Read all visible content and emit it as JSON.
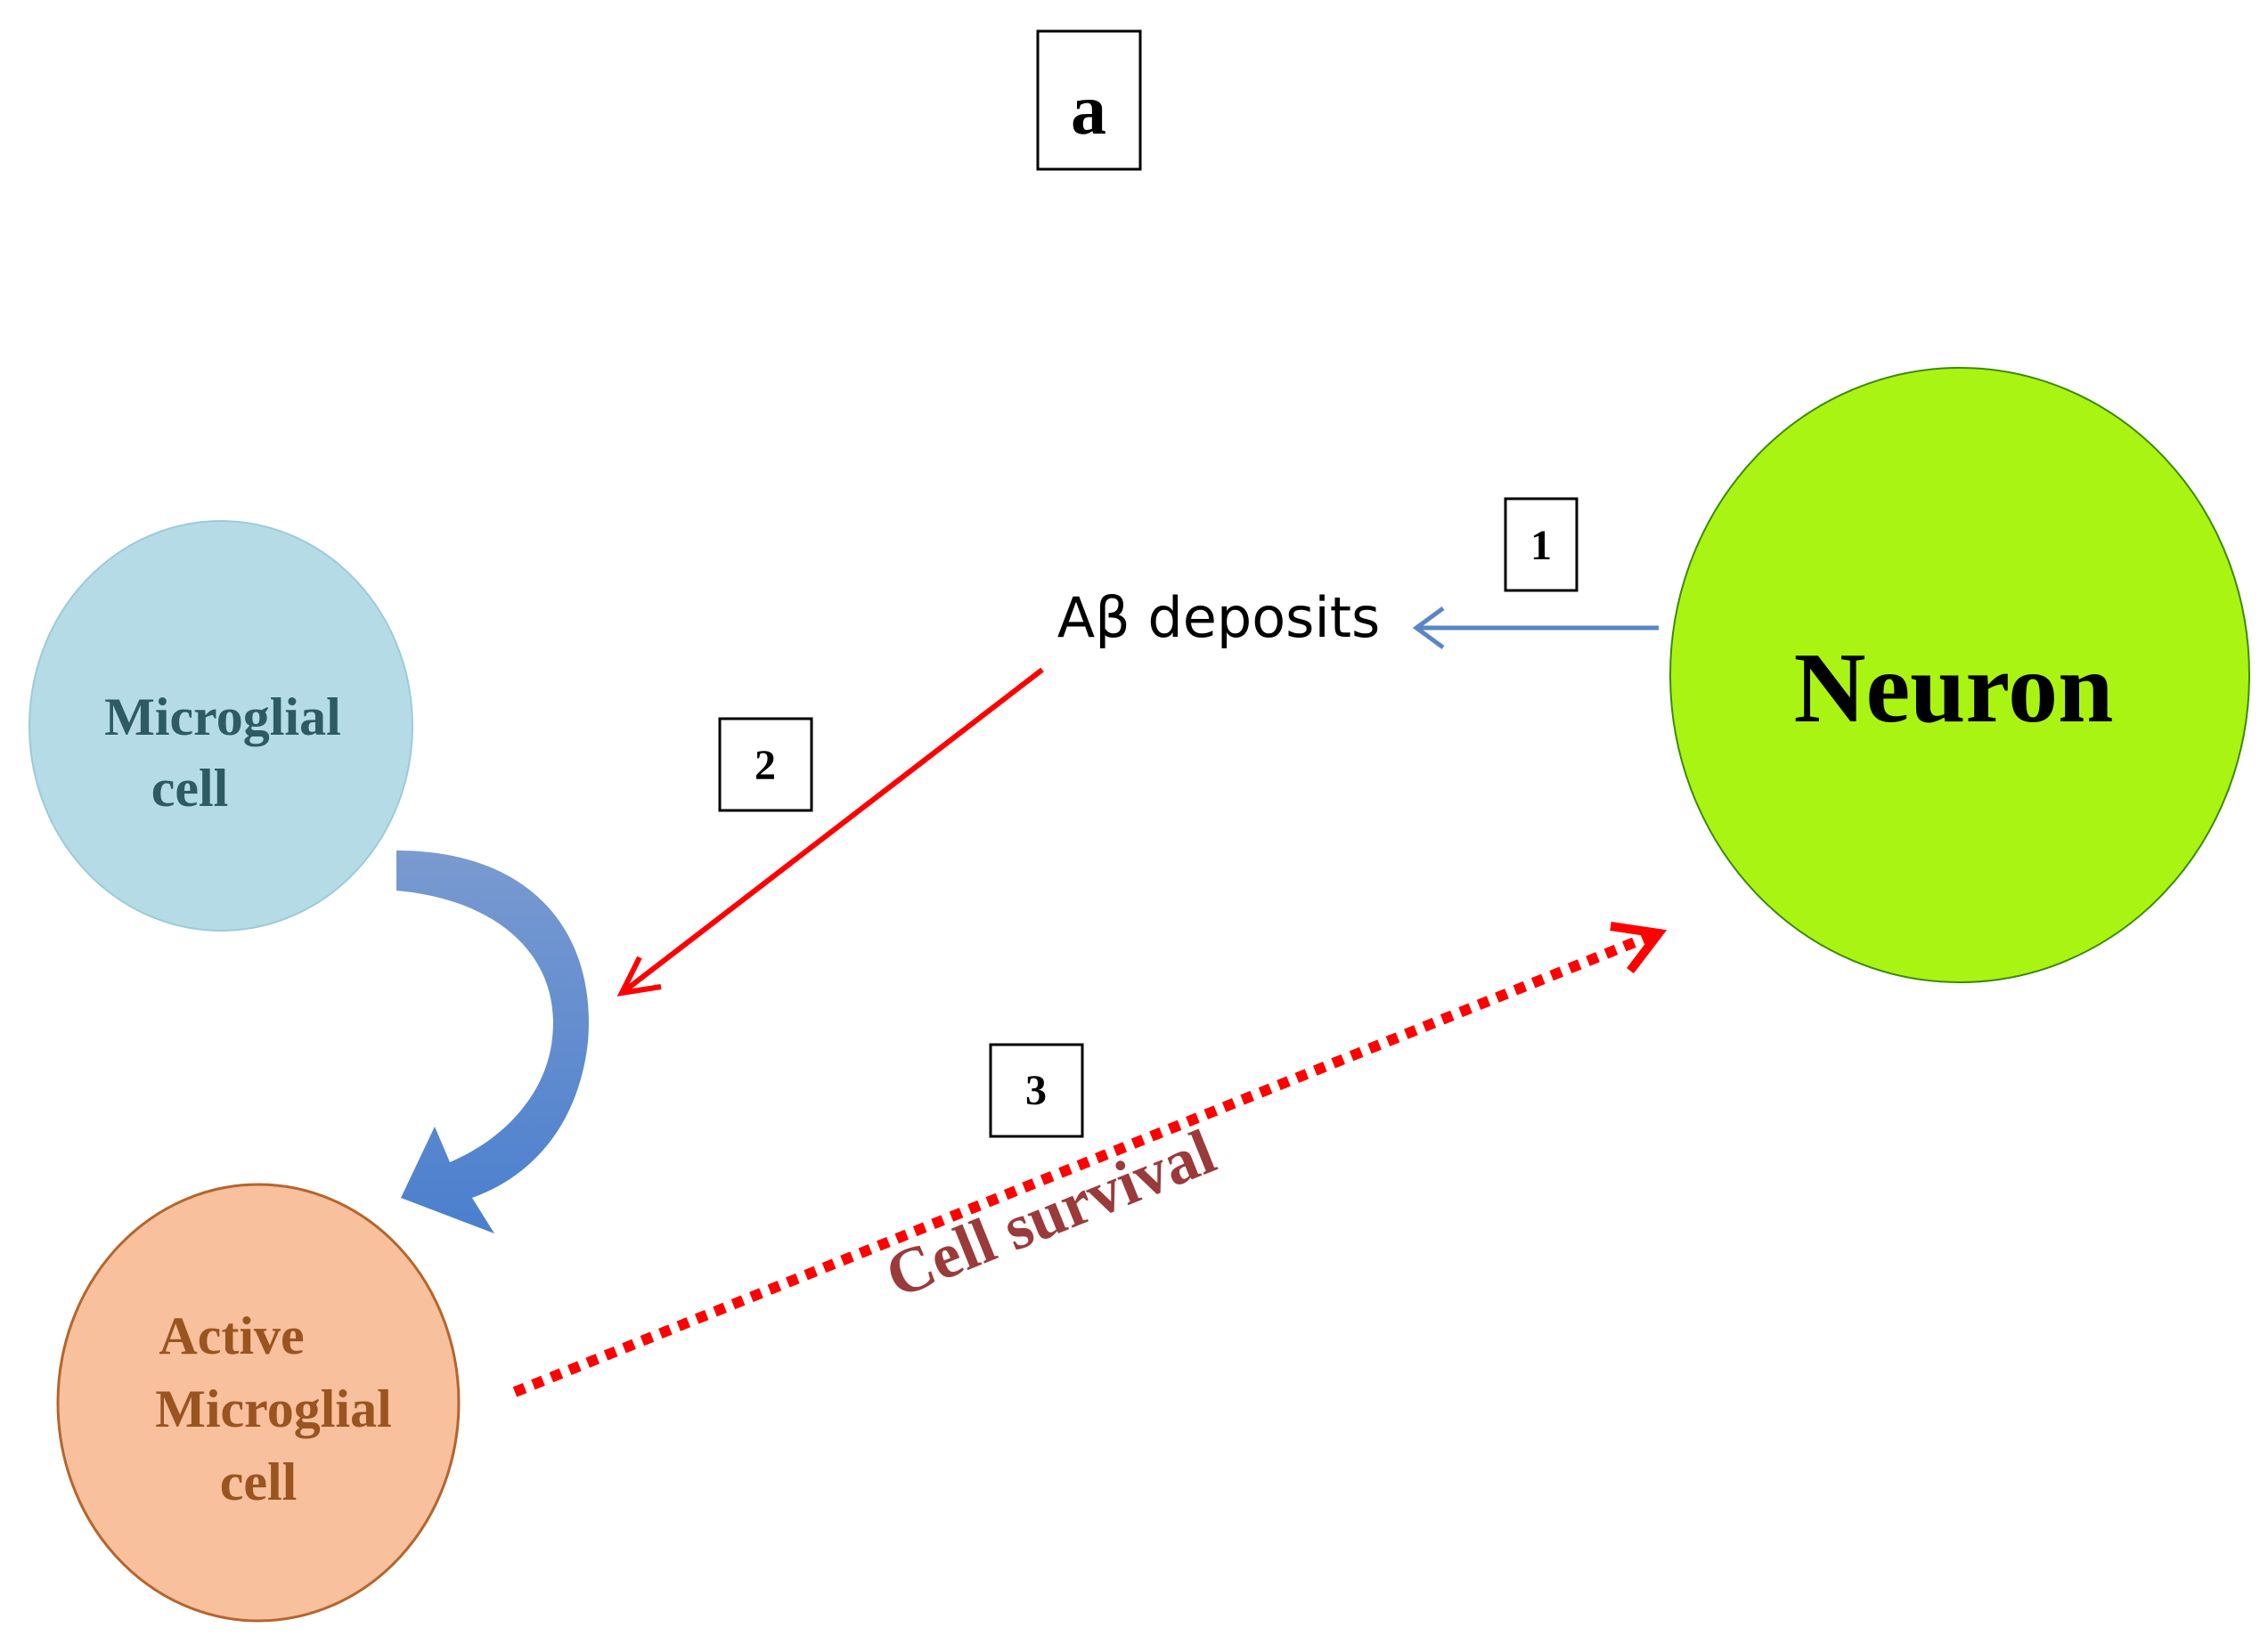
{
  "panel_label": "a",
  "nodes": {
    "neuron": {
      "label": "Neuron",
      "fill": "#aaf413",
      "stroke": "#3d8a0c"
    },
    "microglial_cell": {
      "line1": "Microglial",
      "line2": "cell",
      "fill": "#b5dce6",
      "stroke": "#9ccbd6",
      "text_color": "#2e5a66"
    },
    "active_microglial_cell": {
      "line1": "Active",
      "line2": "Microglial",
      "line3": "cell",
      "fill": "#f8c09c",
      "stroke": "#b5652c",
      "text_color": "#9a5420"
    },
    "ab_deposits": {
      "label": "Aβ deposits"
    }
  },
  "steps": {
    "step1": {
      "label": "1",
      "arrow_color": "#5b86c5"
    },
    "step2": {
      "label": "2",
      "arrow_color": "#ff0000"
    },
    "step3": {
      "label": "3",
      "arrow_color": "#ff0000"
    }
  },
  "annotations": {
    "cell_survival": {
      "label": "Cell survival",
      "color": "#9b3a3a"
    }
  },
  "activation_arrow_color": "#4f81c7"
}
